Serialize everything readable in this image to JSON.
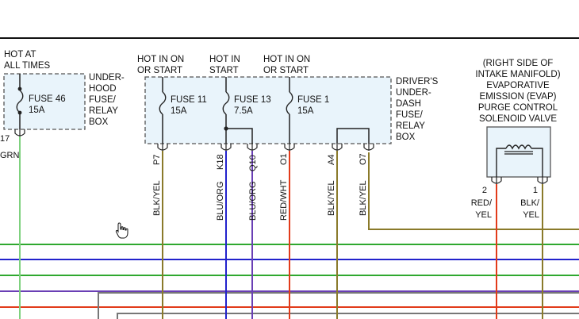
{
  "colors": {
    "wire_green": "#2fa82f",
    "wire_light_green": "#7fd17f",
    "wire_blue": "#2222cc",
    "wire_purple": "#6a3fb5",
    "wire_red": "#e23b1a",
    "wire_olive": "#8a7a2a",
    "wire_gray": "#777777",
    "box_fill": "#e9f4fb",
    "box_stroke": "#555555"
  },
  "left_block": {
    "hot_label_1": "HOT AT",
    "hot_label_2": "ALL TIMES",
    "fuse_name": "FUSE 46",
    "fuse_rating": "15A",
    "box_label": [
      "UNDER-",
      "HOOD",
      "FUSE/",
      "RELAY",
      "BOX"
    ],
    "pin_label": "17",
    "wire_label": "GRN"
  },
  "dash_block": {
    "hot_labels": [
      [
        "HOT IN ON",
        "OR START"
      ],
      [
        "HOT IN",
        "START"
      ],
      [
        "HOT IN ON",
        "OR START"
      ]
    ],
    "fuses": [
      {
        "name": "FUSE 11",
        "rating": "15A"
      },
      {
        "name": "FUSE 13",
        "rating": "7.5A"
      },
      {
        "name": "FUSE 1",
        "rating": "15A"
      }
    ],
    "box_label": [
      "DRIVER'S",
      "UNDER-",
      "DASH",
      "FUSE/",
      "RELAY",
      "BOX"
    ]
  },
  "pins": [
    {
      "pin": "P7",
      "wire": "BLK/YEL"
    },
    {
      "pin": "K18",
      "wire": "BLU/ORG"
    },
    {
      "pin": "Q10",
      "wire": "BLU/ORG"
    },
    {
      "pin": "O1",
      "wire": "RED/WHT"
    },
    {
      "pin": "A4",
      "wire": "BLK/YEL"
    },
    {
      "pin": "O7",
      "wire": "BLK/YEL"
    }
  ],
  "valve": {
    "title": [
      "(RIGHT SIDE OF",
      "INTAKE MANIFOLD)",
      "EVAPORATIVE",
      "EMISSION (EVAP)",
      "PURGE CONTROL",
      "SOLENOID VALVE"
    ],
    "pin_left": "2",
    "wire_left": [
      "RED/",
      "YEL"
    ],
    "pin_right": "1",
    "wire_right": [
      "BLK/",
      "YEL"
    ]
  }
}
